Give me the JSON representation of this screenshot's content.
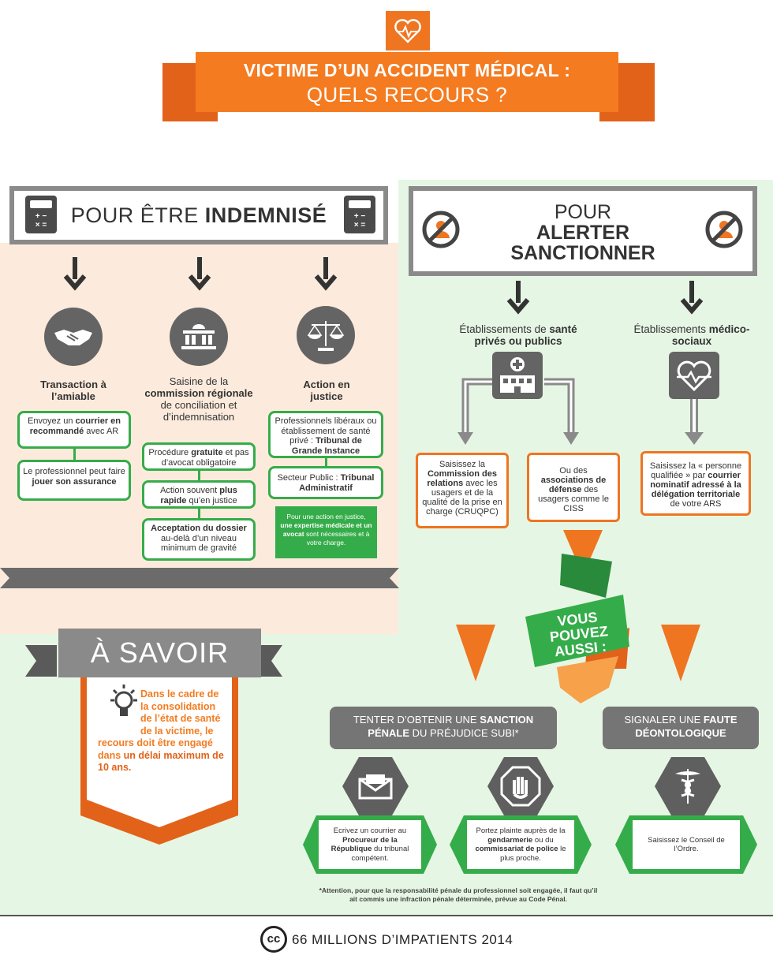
{
  "header": {
    "title_line1": "VICTIME D’UN ACCIDENT MÉDICAL :",
    "title_line2": "QUELS RECOURS ?"
  },
  "left": {
    "title_light": "POUR ÊTRE ",
    "title_bold": "INDEMNISÉ",
    "calc_keys": "+ −\n× =",
    "cols": [
      {
        "title": "Transaction à l’amiable",
        "boxes": [
          {
            "p1": "Envoyez un ",
            "b1": "courrier en recommandé",
            "p2": " avec AR"
          },
          {
            "p1": "Le professionnel peut faire ",
            "b1": "jouer son assurance",
            "p2": ""
          }
        ]
      },
      {
        "title_p1": "Saisine de la ",
        "title_b1": "commission régionale",
        "title_p2": " de conciliation et d’indemnisation",
        "boxes": [
          {
            "p1": "Procédure ",
            "b1": "gratuite",
            "p2": " et pas d’avocat obligatoire"
          },
          {
            "p1": "Action souvent ",
            "b1": "plus rapide",
            "p2": " qu’en justice"
          },
          {
            "p1": "",
            "b1": "Acceptation du dossier",
            "p2": " au-delà d’un niveau minimum de gravité"
          }
        ]
      },
      {
        "title": "Action en justice",
        "boxes": [
          {
            "p1": "Professionnels libéraux ou établissement de santé privé : ",
            "b1": "Tribunal de Grande Instance",
            "p2": ""
          },
          {
            "p1": "Secteur Public : ",
            "b1": "Tribunal Administratif",
            "p2": ""
          }
        ],
        "note_p1": "Pour une action en justice, ",
        "note_b1": "une expertise médicale et un avocat",
        "note_p2": " sont nécessaires et à votre charge."
      }
    ]
  },
  "savoir": {
    "title": "À SAVOIR",
    "text": "Dans le cadre de la consolidation de l’état de santé de la victime, le recours doit être engagé dans ",
    "bold": "un délai maximum de 10 ans."
  },
  "right": {
    "title_l1": "POUR",
    "title_l2": "ALERTER",
    "title_l3": "SANCTIONNER",
    "etab1_p": "Établissements de ",
    "etab1_b": "santé privés ou publics",
    "etab2_p": "Établissements ",
    "etab2_b": "médico-sociaux",
    "box1": {
      "p1": "Saisissez la ",
      "b1": "Commission des relations",
      "p2": " avec les usagers et de la qualité de la prise en charge (CRUQPC)"
    },
    "box2": {
      "p1": "Ou des ",
      "b1": "associations de défense",
      "p2": " des usagers comme le CISS"
    },
    "box3": {
      "p1": "Saisissez la « personne qualifiée » par ",
      "b1": "courrier nominatif adressé à la délégation territoriale",
      "p2": " de votre ARS"
    },
    "vous_pouvez": "VOUS POUVEZ AUSSI :"
  },
  "bottom": {
    "penal_p1": "TENTER D’OBTENIR UNE ",
    "penal_b1": "SANCTION PÉNALE",
    "penal_p2": " DU PRÉJUDICE SUBI*",
    "deonto_p1": "SIGNALER UNE ",
    "deonto_b1": "FAUTE DÉONTOLOGIQUE",
    "card1": {
      "p1": "Ecrivez un courrier au ",
      "b1": "Procureur de la République",
      "p2": " du tribunal compétent."
    },
    "card2": {
      "p1": "Portez plainte auprès de la ",
      "b1": "gendarmerie",
      "p2": " ou du ",
      "b2": "commissariat de police",
      "p3": " le plus proche."
    },
    "card3": {
      "p1": "Saisissez le Conseil de l’Ordre."
    },
    "footnote": "*Attention, pour que la responsabilité pénale du professionnel soit engagée, il faut qu’il ait commis une infraction pénale déterminée, prévue au Code Pénal."
  },
  "footer": {
    "cc": "cc",
    "text": "66 MILLIONS D’IMPATIENTS 2014"
  },
  "colors": {
    "orange": "#f47b20",
    "green": "#35ac4a",
    "gray": "#6b6b6b"
  }
}
